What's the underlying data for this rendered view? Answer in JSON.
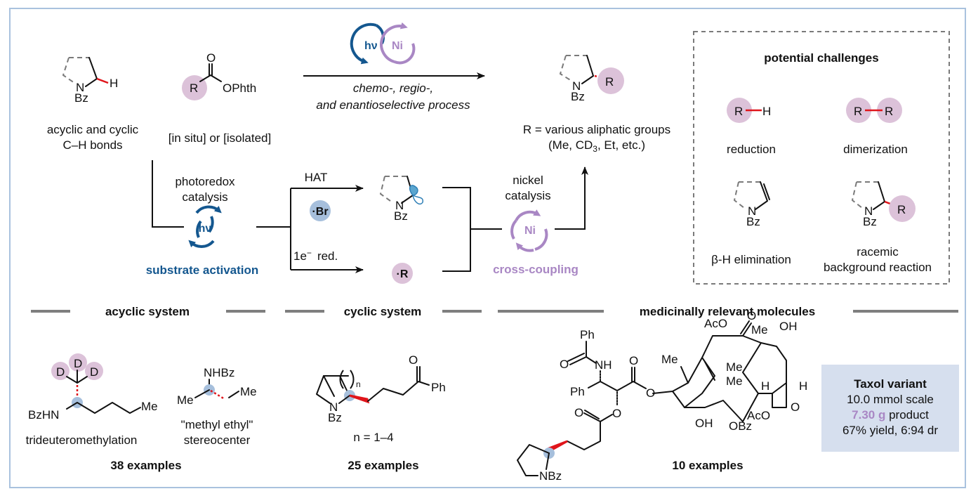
{
  "colors": {
    "frame": "#a9c2de",
    "photoredox_blue": "#14578f",
    "nickel_purple": "#a987c4",
    "r_group_circle": "#dcc2d9",
    "br_circle": "#a6bfdc",
    "stereocenter_dot": "#a6bfdc",
    "new_bond_red": "#e0151b",
    "taxol_box": "#d6dfee",
    "product_mass_purple": "#a987c4"
  },
  "top": {
    "substrate": {
      "ring_atom": "N",
      "protecting_group": "Bz",
      "reactive_atom": "H",
      "caption_line1": "acyclic and cyclic",
      "caption_line2": "C–H bonds"
    },
    "reagent": {
      "r_label": "R",
      "carbonyl_o": "O",
      "leaving_group": "OPhth",
      "caption": "[in situ] or [isolated]"
    },
    "catalysts": {
      "photo_label": "hν",
      "nickel_label": "Ni"
    },
    "arrow_caption_line1": "chemo-, regio-,",
    "arrow_caption_line2": "and enantioselective process",
    "product": {
      "ring_atom": "N",
      "protecting_group": "Bz",
      "r_label": "R",
      "caption_line1": "R = various aliphatic groups",
      "caption_line2_pre": "(Me, CD",
      "caption_line2_sub": "3",
      "caption_line2_post": ", Et, etc.)"
    }
  },
  "mechanism": {
    "photoredox_label_line1": "photoredox",
    "photoredox_label_line2": "catalysis",
    "photo_icon_label": "hν",
    "substrate_activation": "substrate activation",
    "hat_label": "HAT",
    "br_radical": "·Br",
    "reduction_label_pre": "1e",
    "reduction_label_sup": "−",
    "reduction_label_post": "red.",
    "alkyl_radical": "·R",
    "radical_intermediate": {
      "ring_atom": "N",
      "protecting_group": "Bz"
    },
    "nickel_label_line1": "nickel",
    "nickel_label_line2": "catalysis",
    "nickel_icon_label": "Ni",
    "cross_coupling": "cross-coupling"
  },
  "challenges": {
    "title": "potential challenges",
    "items": [
      {
        "name": "reduction",
        "label": "reduction",
        "atoms": [
          "R",
          "H"
        ]
      },
      {
        "name": "dimerization",
        "label": "dimerization",
        "atoms": [
          "R",
          "R"
        ]
      },
      {
        "name": "beta-h-elimination",
        "label": "β-H elimination",
        "atoms": [
          "N",
          "Bz"
        ]
      },
      {
        "name": "racemic-background",
        "label_line1": "racemic",
        "label_line2": "background reaction",
        "atoms": [
          "N",
          "Bz",
          "R"
        ]
      }
    ]
  },
  "sections": {
    "acyclic": {
      "title": "acyclic system",
      "example1": {
        "atoms": [
          "D",
          "D",
          "D",
          "BzHN",
          "Me"
        ],
        "caption": "trideuteromethylation"
      },
      "example2": {
        "atoms": [
          "NHBz",
          "Me",
          "Me"
        ],
        "caption_line1": "\"methyl ethyl\"",
        "caption_line2": "stereocenter"
      },
      "count": "38 examples"
    },
    "cyclic": {
      "title": "cyclic system",
      "atoms": {
        "n": "N",
        "bz": "Bz",
        "o": "O",
        "ph": "Ph",
        "n_sub": "n"
      },
      "range": "n = 1–4",
      "count": "25 examples"
    },
    "medicinal": {
      "title": "medicinally relevant molecules",
      "atoms": {
        "ph_top": "Ph",
        "o_amide": "O",
        "nh": "NH",
        "o_ester": "O",
        "ph_left": "Ph",
        "o_link": "O",
        "o_acyl": "O",
        "o_ester2": "O",
        "nbz": "NBz",
        "aco_top": "AcO",
        "o_ketone": "O",
        "me_vinyl": "Me",
        "me_gem1": "Me",
        "me_gem2": "Me",
        "me_bridge": "Me",
        "oh_top": "OH",
        "h_mid": "H",
        "h_right": "H",
        "o_oxetane": "O",
        "oh_bottom": "OH",
        "obz": "OBz",
        "aco_bottom": "AcO"
      },
      "count": "10 examples"
    }
  },
  "taxol_box": {
    "title": "Taxol variant",
    "scale": "10.0 mmol scale",
    "mass": "7.30 g",
    "mass_suffix": " product",
    "yield": "67% yield, 6:94 dr"
  }
}
